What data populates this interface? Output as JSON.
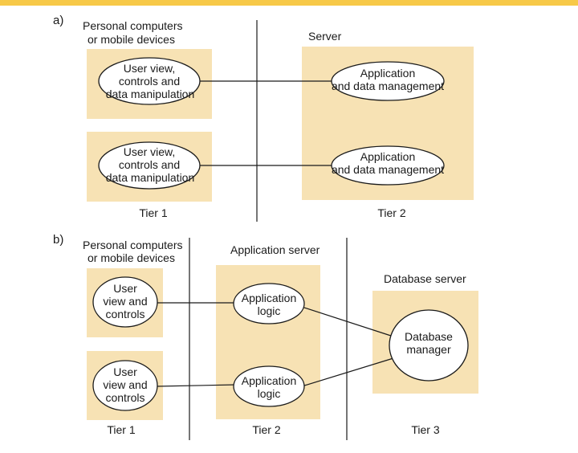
{
  "top_band_color": "#f7c948",
  "box_color": "#f7e2b4",
  "diagram_a": {
    "label": "a)",
    "client_title": [
      "Personal computers",
      "or mobile devices"
    ],
    "server_title": "Server",
    "client_nodes": [
      [
        "User view,",
        "controls and",
        "data manipulation"
      ],
      [
        "User view,",
        "controls and",
        "data manipulation"
      ]
    ],
    "server_nodes": [
      [
        "Application",
        "and data management"
      ],
      [
        "Application",
        "and data management"
      ]
    ],
    "tiers": [
      "Tier 1",
      "Tier 2"
    ]
  },
  "diagram_b": {
    "label": "b)",
    "client_title": [
      "Personal computers",
      "or mobile devices"
    ],
    "app_title": "Application server",
    "db_title": "Database server",
    "client_nodes": [
      [
        "User",
        "view and",
        "controls"
      ],
      [
        "User",
        "view and",
        "controls"
      ]
    ],
    "app_nodes": [
      [
        "Application",
        "logic"
      ],
      [
        "Application",
        "logic"
      ]
    ],
    "db_node": [
      "Database",
      "manager"
    ],
    "tiers": [
      "Tier 1",
      "Tier 2",
      "Tier 3"
    ]
  }
}
